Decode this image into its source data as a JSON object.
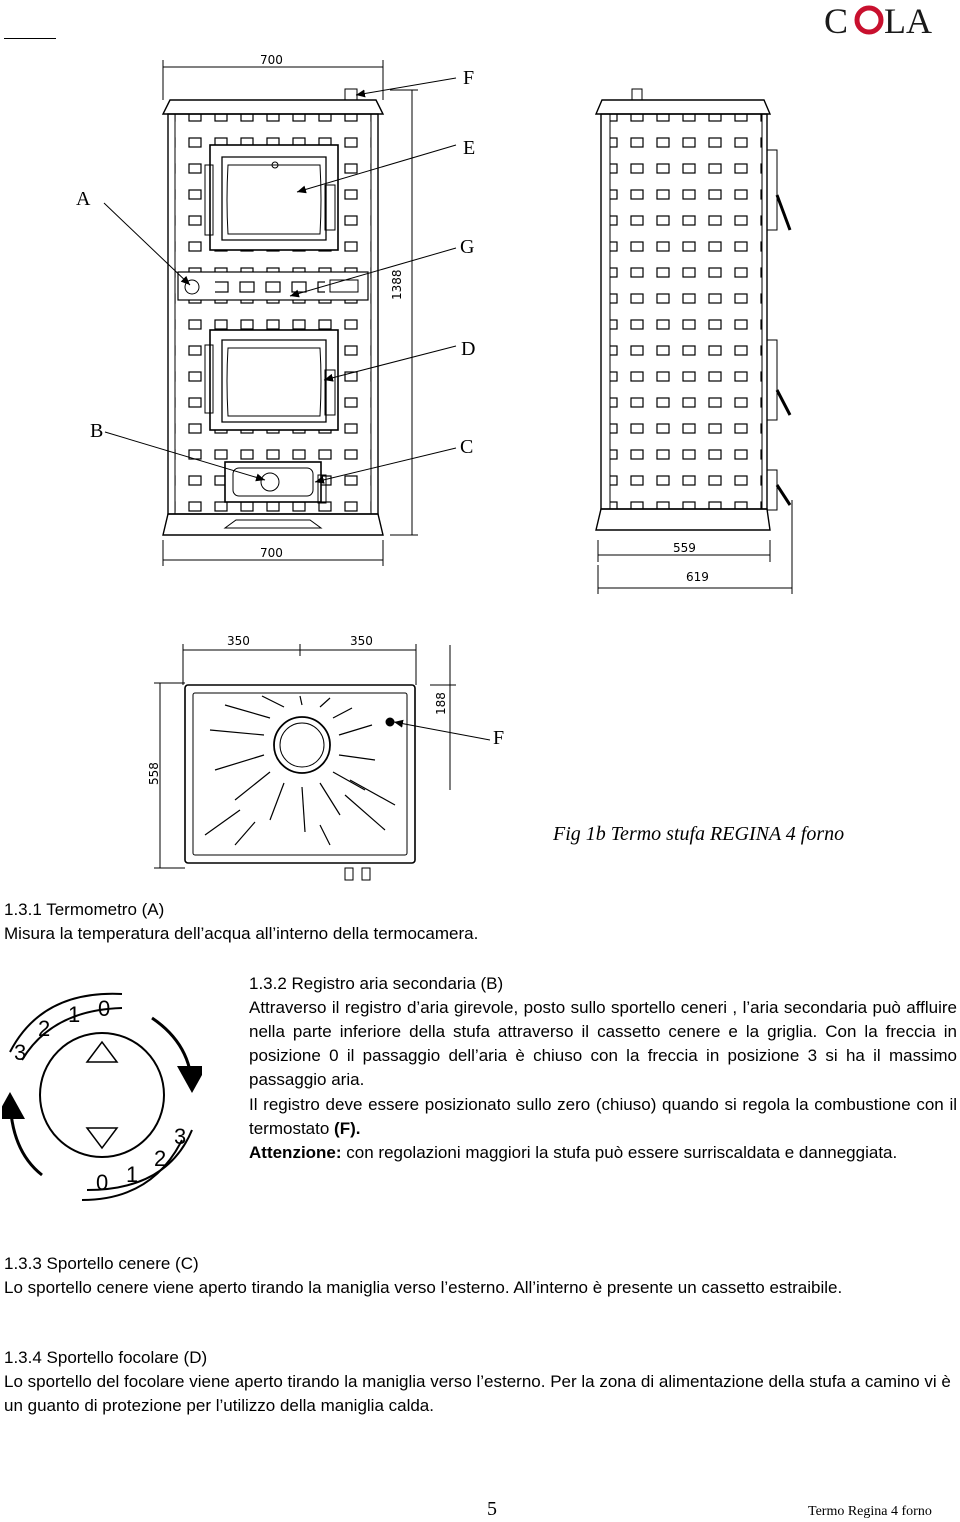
{
  "header": {
    "logo_text": "COLA"
  },
  "figure": {
    "callouts": [
      "A",
      "B",
      "C",
      "D",
      "E",
      "F",
      "G"
    ],
    "top_callout_F": "F",
    "dims_front": {
      "width_top": "700",
      "width_bottom": "700",
      "height": "1388"
    },
    "dims_side": {
      "depth_inner": "559",
      "depth_outer": "619"
    },
    "dims_top": {
      "left": "350",
      "right": "350",
      "depth": "558",
      "offset": "188"
    },
    "caption": "Fig 1b Termo stufa REGINA 4 forno"
  },
  "dial": {
    "top_numbers": [
      "3",
      "2",
      "1",
      "0"
    ],
    "bottom_numbers": [
      "0",
      "1",
      "2",
      "3"
    ]
  },
  "sections": {
    "s131_title": "1.3.1 Termometro (A)",
    "s131_body": "Misura la temperatura dell’acqua all’interno della termocamera.",
    "s132_title": "1.3.2 Registro aria secondaria (B)",
    "s132_p1": "Attraverso il registro d’aria girevole, posto sullo sportello ceneri , l’aria secondaria può affluire nella parte inferiore della stufa attraverso il cassetto cenere e la griglia. Con la freccia in posizione 0 il passaggio dell’aria è chiuso con la freccia in posizione 3 si ha il  massimo passaggio aria.",
    "s132_p2_pre": "Il registro deve essere posizionato sullo zero (chiuso) quando si regola la combustione con il termostato ",
    "s132_p2_bold": "(F).",
    "s132_p3_bold": "Attenzione:",
    "s132_p3": " con regolazioni maggiori la stufa può essere surriscaldata e danneggiata.",
    "s133_title": "1.3.3 Sportello  cenere  (C)",
    "s133_body": "Lo sportello cenere viene aperto tirando la maniglia verso l’esterno. All’interno è presente un cassetto estraibile.",
    "s134_title": "1.3.4 Sportello focolare (D)",
    "s134_body": "Lo sportello del focolare viene aperto tirando la maniglia verso l’esterno. Per la zona di alimentazione della stufa a camino vi è un guanto di protezione per l’utilizzo della maniglia calda."
  },
  "footer": {
    "page_number": "5",
    "doc_title": "Termo Regina 4 forno"
  },
  "colors": {
    "logo_o": "#c8102e",
    "logo_text": "#1a1a1a"
  }
}
